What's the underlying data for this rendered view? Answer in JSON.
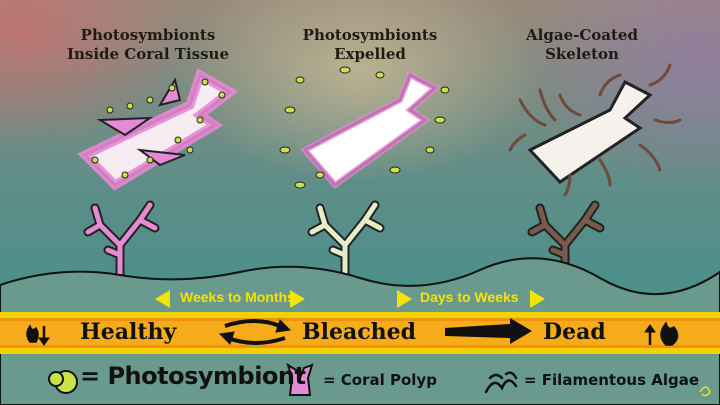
{
  "panels": [
    {
      "title_line1": "Photosymbionts",
      "title_line2": "Inside Coral Tissue"
    },
    {
      "title_line1": "Photosymbionts",
      "title_line2": "Expelled"
    },
    {
      "title_line1": "Algae-Coated",
      "title_line2": "Skeleton"
    }
  ],
  "timeline": {
    "left_label": "Weeks to Months",
    "right_label": "Days to Weeks"
  },
  "stages": {
    "healthy": "Healthy",
    "bleached": "Bleached",
    "dead": "Dead"
  },
  "legend": {
    "photosymbiont": "= Photosymbiont",
    "coral_polyp": "= Coral Polyp",
    "filamentous_algae": "= Filamentous Algae"
  },
  "icons": {
    "healthy_side": "temperature-down-icon",
    "dead_side": "temperature-up-fire-icon"
  },
  "colors": {
    "healthy_coral": "#e58ad4",
    "bleached_coral": "#e6ecc8",
    "dead_coral": "#7a5a4a",
    "photosymbiont": "#c8e24a",
    "banner": "#f5d000",
    "banner_inner": "#ef8a16",
    "arrow_labels": "#f5e400"
  }
}
